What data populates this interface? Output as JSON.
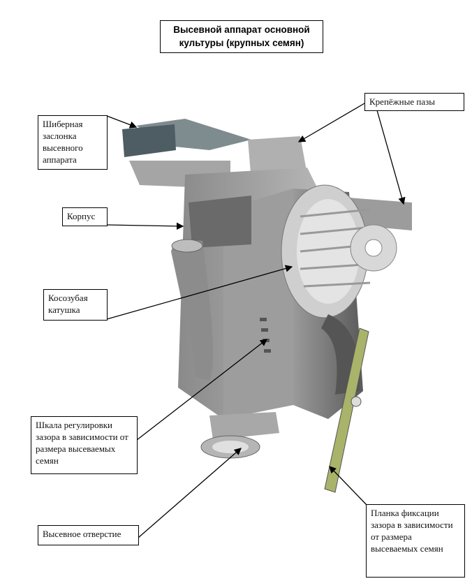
{
  "title": {
    "line1": "Высевной аппарат основной",
    "line2": "культуры (крупных семян)"
  },
  "labels": {
    "gate": "Шиберная заслонка высевного аппарата",
    "mount_slots": "Крепёжные пазы",
    "body": "Корпус",
    "roller": "Косозубая катушка",
    "scale": "Шкала регулировки зазора в зависимости от размера высеваемых семян",
    "outlet": "Высевное отверстие",
    "bar": "Планка фиксации зазора в зависимости от размера высеваемых семян"
  }
}
